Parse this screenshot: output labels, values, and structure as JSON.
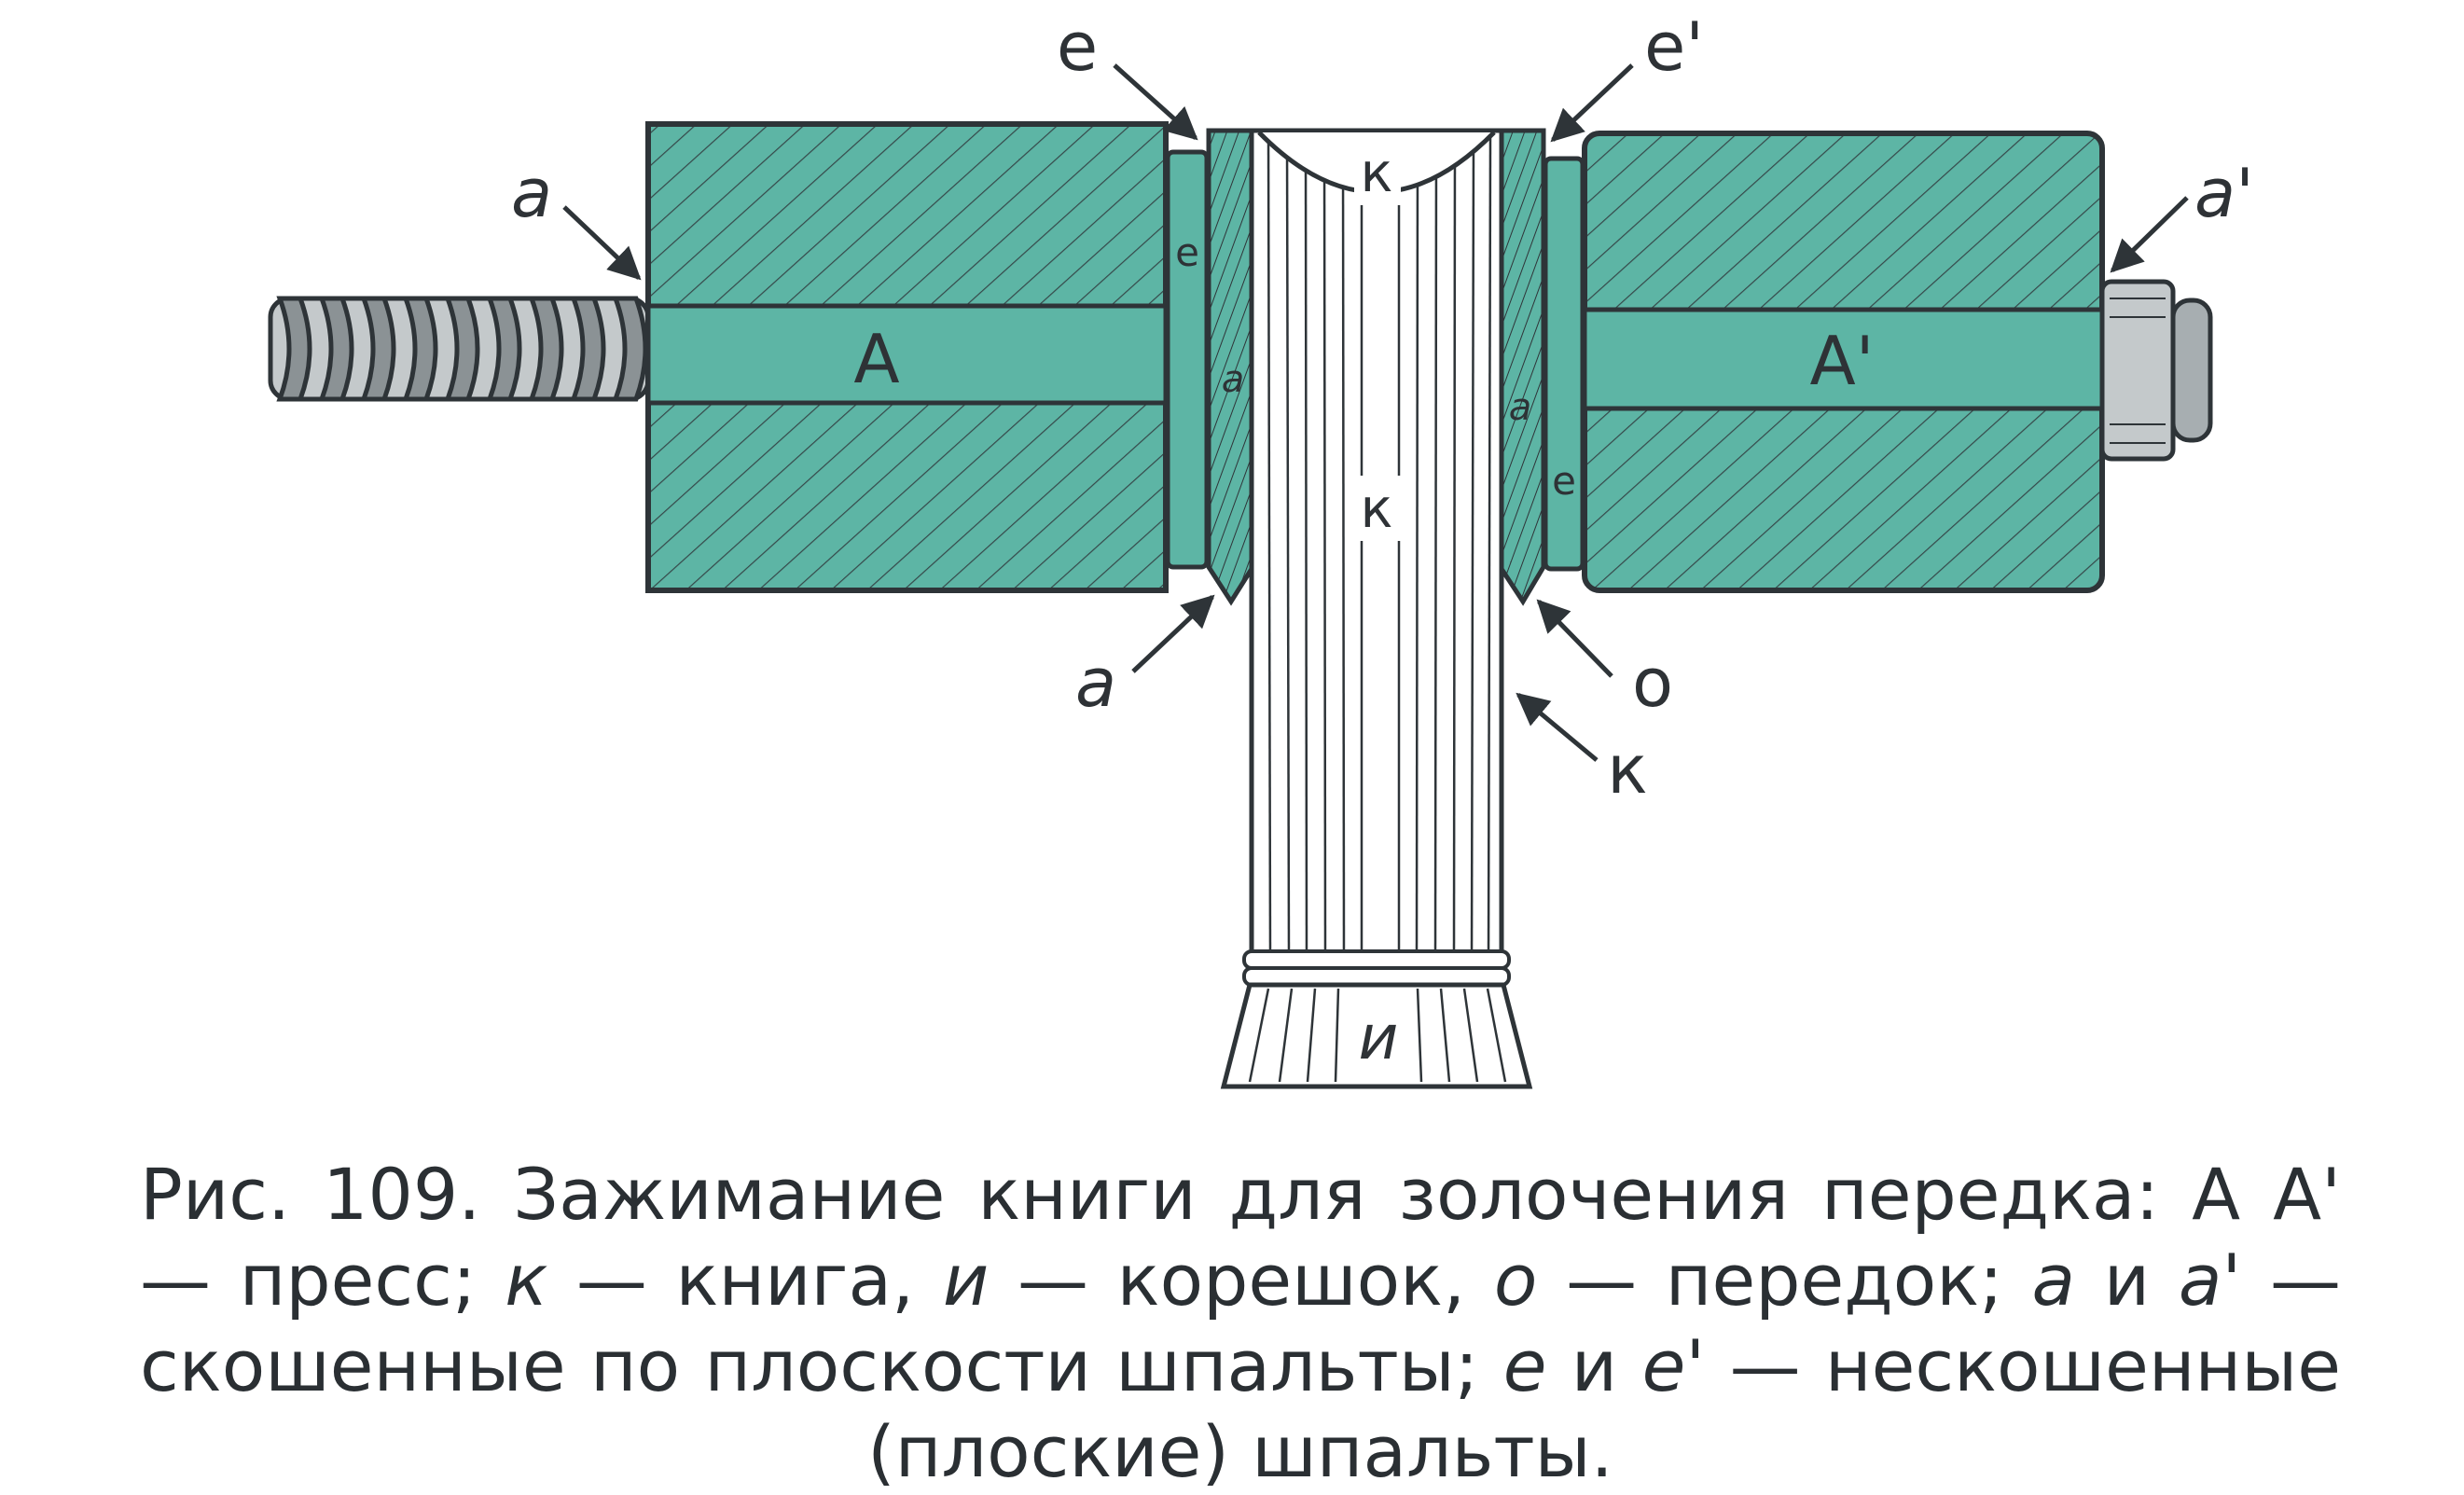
{
  "figure": {
    "accent_color": "#5db5a5",
    "outline_color": "#2e3438",
    "labels": {
      "press_left": "A",
      "press_right": "A'",
      "book_top": "к",
      "book_middle": "к",
      "spine": "и",
      "flat_left": "е",
      "flat_right": "е",
      "bevel_left": "а",
      "bevel_right": "а"
    },
    "callouts": {
      "e_top": "е",
      "e_prime_top": "е'",
      "a_left": "а",
      "a_prime_right": "а'",
      "a_bottom": "а",
      "o_bottom": "о",
      "k_bottom": "к"
    }
  },
  "caption": {
    "s1": "Рис. 109. Зажимание книги для золочения передка: А А' — пресс; ",
    "k": "к",
    "s2": " — книга, ",
    "i": "и",
    "s3": " — корешок, ",
    "o": "о",
    "s4": " — передок; ",
    "a": "а",
    "s5": " и ",
    "a2": "а'",
    "s6": " — скошенные по плоскости шпальты; ",
    "e": "е",
    "s7": " и ",
    "e2": "е'",
    "s8": " — нескошенные (плоские) шпальты."
  }
}
